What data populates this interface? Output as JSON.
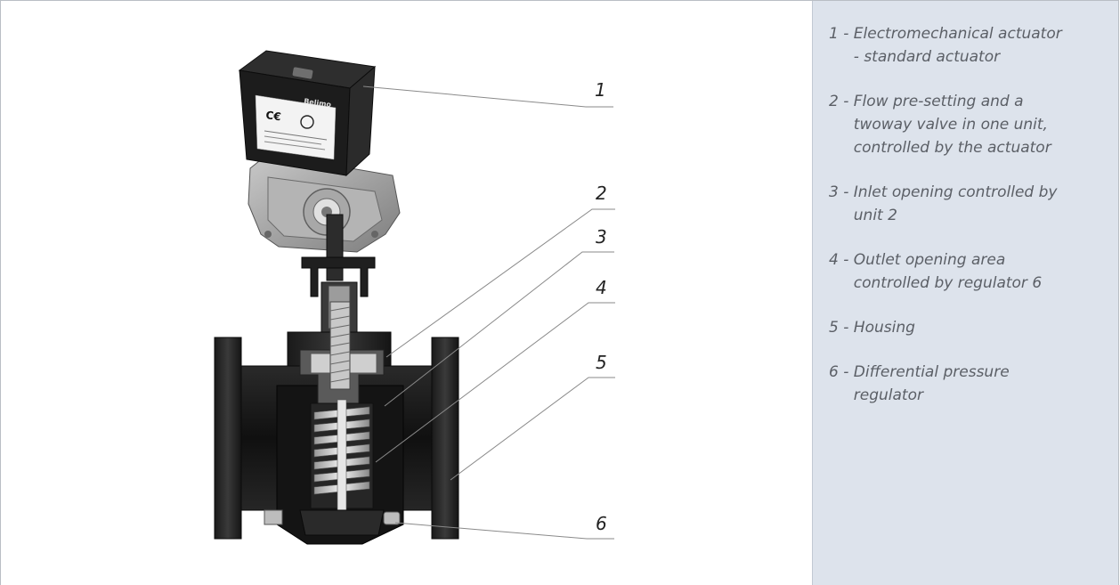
{
  "callouts": [
    "1",
    "2",
    "3",
    "4",
    "5",
    "6"
  ],
  "actuator_label_brand": "Belimo",
  "legend": [
    {
      "number": "1",
      "separator": " - ",
      "lines": [
        "Electromechanical actuator",
        "- standard actuator"
      ]
    },
    {
      "number": "2",
      "separator": " - ",
      "lines": [
        "Flow pre-setting and a",
        "twoway valve in one unit,",
        "controlled by the actuator"
      ]
    },
    {
      "number": "3",
      "separator": " - ",
      "lines": [
        "Inlet opening controlled by",
        "unit 2"
      ]
    },
    {
      "number": "4",
      "separator": " - ",
      "lines": [
        "Outlet opening area",
        "controlled by regulator 6"
      ]
    },
    {
      "number": "5",
      "separator": " - ",
      "lines": [
        "Housing"
      ]
    },
    {
      "number": "6",
      "separator": " - ",
      "lines": [
        "Differential pressure",
        "regulator"
      ]
    }
  ],
  "colors": {
    "panel_bg": "#dde3ec",
    "leader_line": "#8a8a8a",
    "metal_dark": "#232323",
    "metal_light": "#d9d9d9"
  }
}
